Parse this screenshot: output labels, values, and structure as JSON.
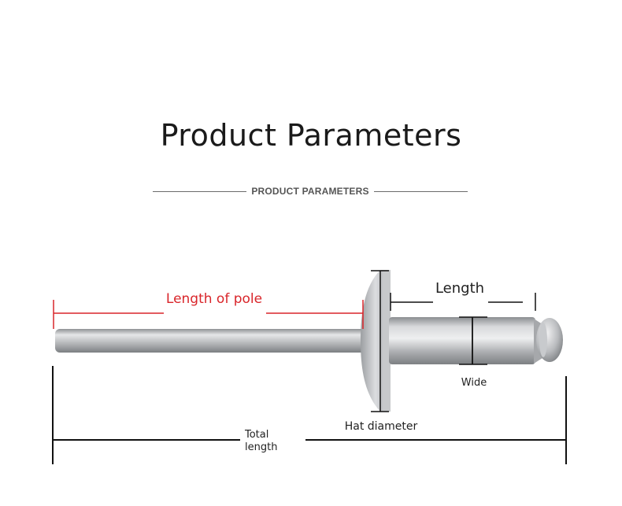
{
  "header": {
    "title": "Product Parameters",
    "subtitle": "PRODUCT PARAMETERS"
  },
  "diagram": {
    "labels": {
      "length_of_pole": "Length of pole",
      "length": "Length",
      "wide": "Wide",
      "hat_diameter": "Hat diameter",
      "total_length_line1": "Total",
      "total_length_line2": "length"
    },
    "colors": {
      "accent_red": "#d9252a",
      "dimension_black": "#111111",
      "metal_mid": "#b5b7ba"
    }
  }
}
